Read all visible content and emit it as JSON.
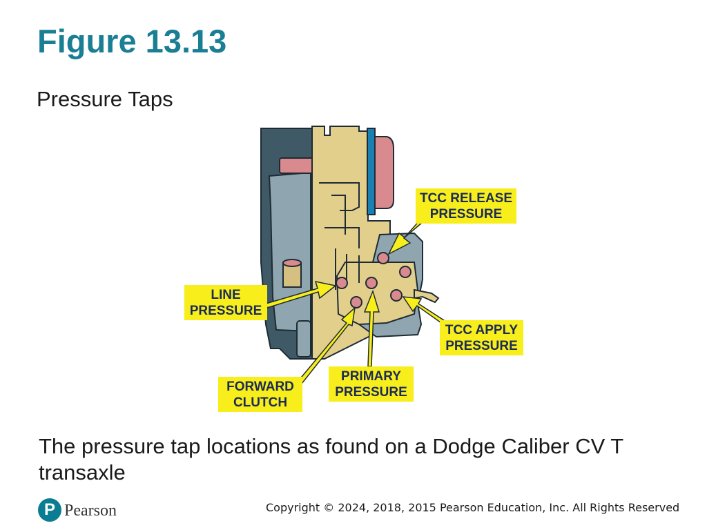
{
  "slide": {
    "title": "Figure 13.13",
    "subtitle": "Pressure Taps",
    "caption": "The pressure tap locations as found on a Dodge Caliber CV T transaxle"
  },
  "diagram": {
    "labels": {
      "tcc_release": [
        "TCC RELEASE",
        "PRESSURE"
      ],
      "line": [
        "LINE",
        "PRESSURE"
      ],
      "tcc_apply": [
        "TCC APPLY",
        "PRESSURE"
      ],
      "primary": [
        "PRIMARY",
        "PRESSURE"
      ],
      "forward": [
        "FORWARD",
        "CLUTCH"
      ]
    },
    "colors": {
      "label_bg": "#f7ee1c",
      "label_text": "#1b2a57",
      "housing": "#e3cf8c",
      "housing_dark": "#3f5a66",
      "pink": "#d98a8e",
      "blue_accent": "#1a7fb2",
      "arrow": "#f7ee1c"
    }
  },
  "footer": {
    "logo_letter": "P",
    "brand": "Pearson",
    "copyright": "Copyright © 2024, 2018, 2015 Pearson Education, Inc. All Rights Reserved"
  },
  "theme": {
    "title_color": "#1a7f94"
  }
}
